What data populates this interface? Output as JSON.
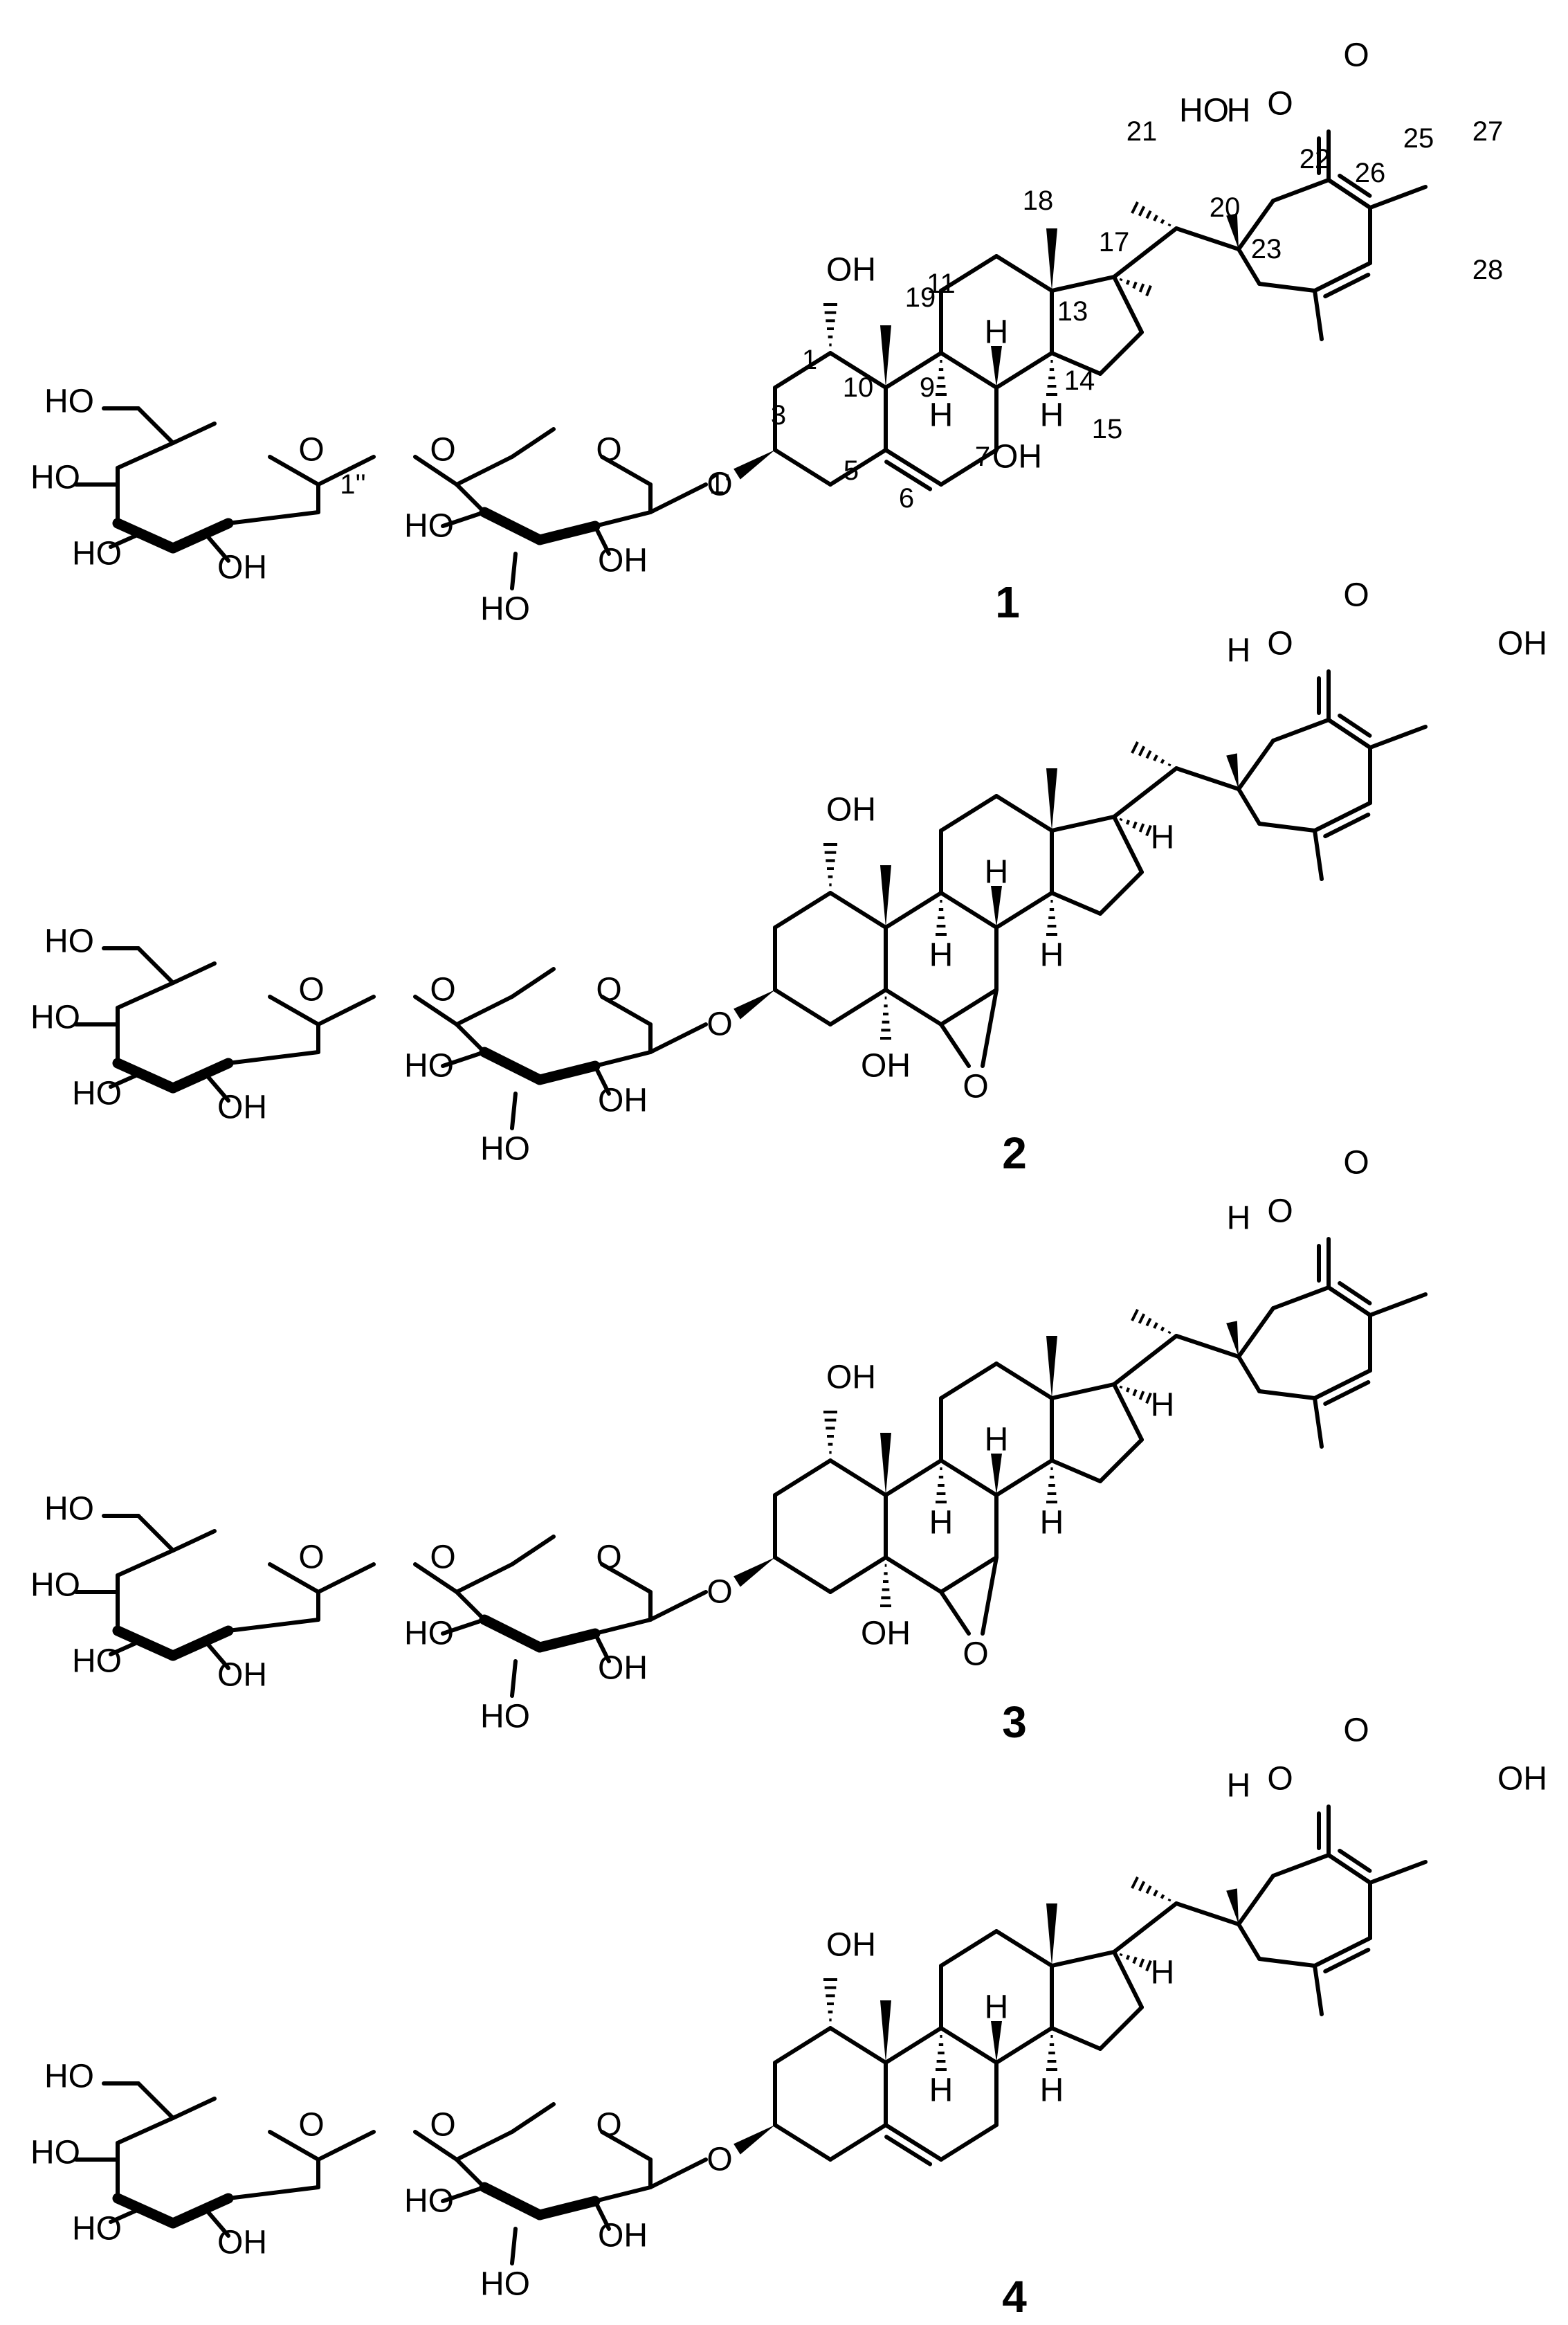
{
  "compounds": [
    {
      "id": "1",
      "atom_labels": [
        "HO",
        "HO",
        "HO",
        "OH",
        "O",
        "O",
        "1''",
        "HO",
        "HO",
        "OH",
        "O",
        "1'",
        "O",
        "3",
        "OH",
        "1",
        "19",
        "10",
        "9",
        "11",
        "18",
        "13",
        "17",
        "14",
        "15",
        "5",
        "6",
        "7",
        "OH",
        "H",
        "H",
        "H",
        "21",
        "HO",
        "H",
        "O",
        "22",
        "20",
        "26",
        "O",
        "25",
        "27",
        "28",
        "23"
      ]
    },
    {
      "id": "2",
      "atom_labels": [
        "HO",
        "HO",
        "HO",
        "OH",
        "O",
        "O",
        "HO",
        "HO",
        "OH",
        "O",
        "O",
        "OH",
        "H",
        "H",
        "H",
        "H",
        "OH",
        "O",
        "H",
        "O",
        "O",
        "OH"
      ]
    },
    {
      "id": "3",
      "atom_labels": [
        "HO",
        "HO",
        "HO",
        "OH",
        "O",
        "O",
        "HO",
        "HO",
        "OH",
        "O",
        "O",
        "OH",
        "H",
        "H",
        "H",
        "H",
        "OH",
        "O",
        "H",
        "O",
        "O"
      ]
    },
    {
      "id": "4",
      "atom_labels": [
        "HO",
        "HO",
        "HO",
        "OH",
        "O",
        "O",
        "HO",
        "HO",
        "OH",
        "O",
        "O",
        "OH",
        "H",
        "H",
        "H",
        "H",
        "H",
        "O",
        "O",
        "OH"
      ]
    }
  ],
  "colors": {
    "ink": "#000000",
    "background": "#ffffff"
  }
}
